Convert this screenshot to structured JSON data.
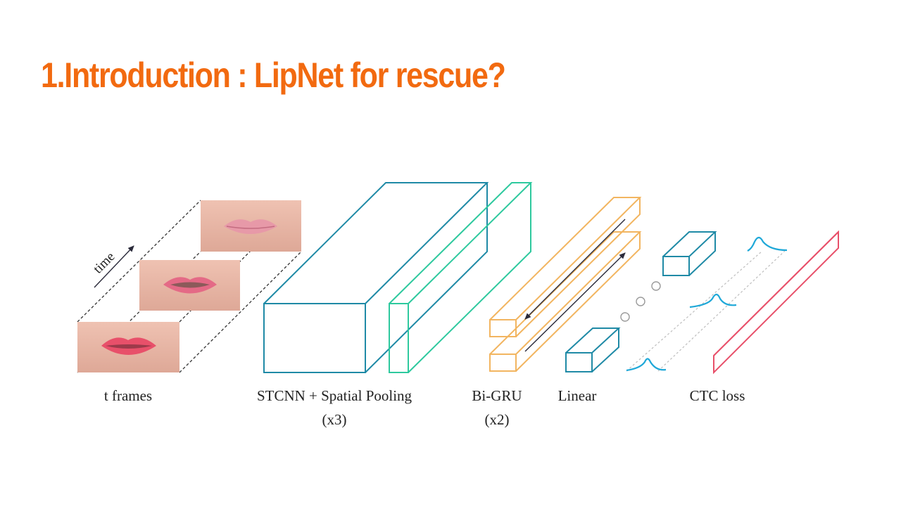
{
  "slide": {
    "title": "1.Introduction : LipNet for rescue?",
    "title_color": "#f26a10"
  },
  "diagram": {
    "time_label": "time",
    "captions": {
      "frames": "t frames",
      "stcnn_line1": "STCNN + Spatial Pooling",
      "stcnn_line2": "(x3)",
      "bigru_line1": "Bi-GRU",
      "bigru_line2": "(x2)",
      "linear": "Linear",
      "ctc": "CTC loss"
    },
    "colors": {
      "stcnn": "#1f8aa6",
      "pool": "#2ec99e",
      "gru": "#f2b560",
      "linear": "#1f8aa6",
      "ctc_curve": "#1fa8d8",
      "ctc_loss": "#e8506a",
      "lip": "#e46a86"
    }
  }
}
